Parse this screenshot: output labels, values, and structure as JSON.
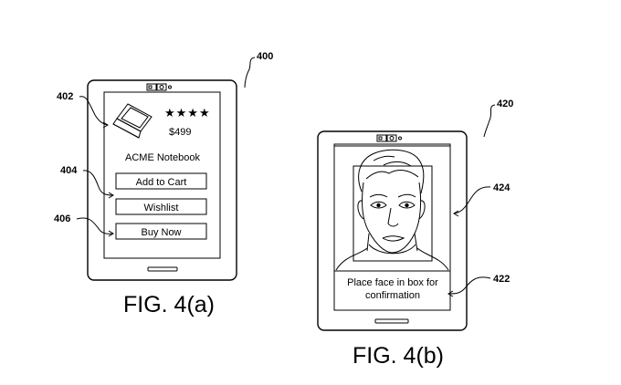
{
  "figure_a": {
    "caption": "FIG. 4(a)",
    "ref_device": "400",
    "ref_product": "402",
    "ref_buttons": "404",
    "ref_buy": "406",
    "rating": "★★★★",
    "price": "$499",
    "product_name": "ACME Notebook",
    "buttons": {
      "add_to_cart": "Add to Cart",
      "wishlist": "Wishlist",
      "buy_now": "Buy Now"
    }
  },
  "figure_b": {
    "caption": "FIG. 4(b)",
    "ref_device": "420",
    "ref_face": "424",
    "ref_message": "422",
    "message_line1": "Place face in box for",
    "message_line2": "confirmation"
  }
}
